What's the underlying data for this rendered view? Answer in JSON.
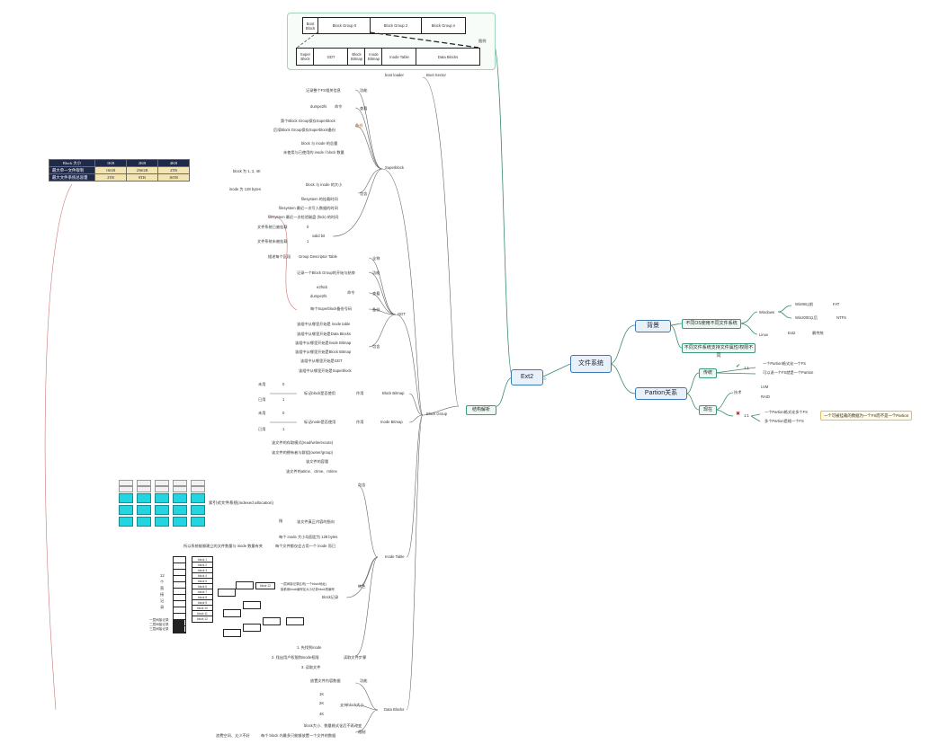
{
  "center": {
    "title": "文件系统",
    "ext2": "Ext2",
    "structure": "结构解析"
  },
  "background": {
    "label": "背景",
    "item1": "不同OS使用不同文件系统",
    "item2": "不同文件系统支持文件属性/权限不同",
    "windows": "Windows",
    "win98": "Win98以前",
    "fat": "FAT",
    "win2000": "Win2000以后",
    "ntfs": "NTFS",
    "linux": "Linux",
    "ext2": "Ext2",
    "ext2_note": "最传统"
  },
  "partition": {
    "label": "Partion关系",
    "past": "传统",
    "one_one": "1:1",
    "p1": "一个Partion格式化一个FS",
    "p2": "可以说一个FS就是一个Partion",
    "now": "现在",
    "lvm": "LVM",
    "raid": "RAID",
    "many": "1:1",
    "p3": "一个Partion格式化多个FS",
    "p4": "多个Partion是格一个FS",
    "note": "一个可被挂载的数据为一个FS而不是一个Partion",
    "tech": "技术"
  },
  "disk": {
    "diagram": "图例",
    "boot_block": "Boot Block",
    "bg0": "Block Group 0",
    "bg2": "Block Group 2",
    "bgn": "Block Group n",
    "super_block": "Super Block",
    "gdt": "GDT",
    "block_bitmap": "Block Bitmap",
    "inode_bitmap": "Inode Bitmap",
    "inode_table": "Inode Table",
    "data_blocks": "Data Blocks",
    "boot_loader": "boot loader",
    "boot_sector": "Boot Sector"
  },
  "superblock": {
    "label": "Superblock",
    "func_a": "记录整个FS相关信息",
    "func": "功能",
    "dumpe2fs": "dumpe2fs",
    "cmd": "命令",
    "view": "查看",
    "backup_a": "第个Block Group保存Superblock",
    "backup_b": "后续Block Group保存Superblock备份",
    "backup": "备份",
    "c1": "block 与 inode 的总量",
    "c2": "未使用与已使用的 inode / block 数量",
    "c3": "block 与 inode 的大小",
    "c4": "filesystem 的挂载时间",
    "c5": "filesystem 最近一次写入数据的时间",
    "c6": "filesystem 最近一次检验磁盘 (fsck) 的时间",
    "contain": "包含",
    "valid": "valid bit",
    "v0": "文件系统已被挂载",
    "v0n": "0",
    "v1": "文件系统未被挂载",
    "v1n": "1",
    "block_note": "block 为 1, 2, 4K",
    "inode_note": "inode 为 128 bytes"
  },
  "block_table": {
    "headers": [
      "Block 大小",
      "1KB",
      "2KB",
      "4KB"
    ],
    "rows": [
      [
        "最大单一文件限制",
        "16GB",
        "256GB",
        "2TB"
      ],
      [
        "最大文件系统总容量",
        "2TB",
        "8TB",
        "16TB"
      ]
    ]
  },
  "gdt": {
    "label": "GDT",
    "describe": "描述每个区段",
    "title_gdt": "Group Descriptor Table",
    "full": "全称",
    "func_a": "记录一个Block Group的开始与结束",
    "func": "功能",
    "e2fsck": "e2fsck",
    "dumpe2fs": "dumpe2fs",
    "cmd": "命令",
    "view": "查看",
    "backup_a": "每个Superblock备份号码",
    "backup": "备份",
    "c1": "该组中从哪里开始是 inode table",
    "c2": "该组中从哪里开始是Data Blocks",
    "c3": "该组中从哪里开始是inode Bitmap",
    "c4": "该组中从哪里开始是Block Bitmap",
    "c5": "该组中从哪里开始是GDT",
    "c6": "该组中从哪里开始是Superblock",
    "contain": "包含"
  },
  "block_bitmap": {
    "label": "Block Bitmap",
    "unused": "未用",
    "u0": "0",
    "used": "已用",
    "u1": "1",
    "desc": "标记block是否使用",
    "role": "作用"
  },
  "inode_bitmap": {
    "label": "Inode Bitmap",
    "unused": "未用",
    "u0": "0",
    "used": "已用",
    "u1": "1",
    "desc": "标记inode是否使用",
    "role": "作用"
  },
  "block_group": "Block Group",
  "inode_table": {
    "label": "Inode Table",
    "c1": "该文件的存取模式(read/write/excute)",
    "c2": "该文件的拥有者与群组(owner/group)",
    "c3": "该文件的容量",
    "c4": "该文件的atime、ctime、mtime",
    "contain": "包含",
    "c5": "该文件真正内容的指向",
    "pointer": "指",
    "indexed": "索引式文件系统(indexed allocation)",
    "s1": "每个 inode 大小均固定为 128 bytes",
    "s2": "每个文件都仅会占用一个 inode 而已",
    "s3": "所以系统能够建立的文件数量与 inode 数量有关",
    "feature": "特色",
    "block_record": "block记录",
    "r1": "1. 先找到inode",
    "r2": "2. 找出用户权限和inode权限",
    "r3": "3. 读取文件",
    "read": "读取文件步骤",
    "direct_labels": [
      "12",
      "个",
      "直",
      "接",
      "记",
      "录"
    ],
    "indirect1": "一层间接记录",
    "indirect2": "二层间接记录",
    "indirect3": "三层间接记录",
    "block_num": "block 12",
    "ind_note1": "一层间接记录区块(一个block地址)",
    "ind_note2": "接着用block编号区大小记录block的编号",
    "rows": [
      "block 1",
      "block 2",
      "block 3",
      "block 4",
      "block 5",
      "block 6",
      "block 7",
      "block 8",
      "block 9",
      "block 10",
      "block 11",
      "block 12"
    ]
  },
  "data_blocks": {
    "label": "Data Blocks",
    "func_a": "放置文件内容数据",
    "func": "功能",
    "s1": "1K",
    "s2": "2K",
    "s3": "4K",
    "size": "支持block大小",
    "l1": "block大小、数量格式化后不再改变",
    "l2": "每个 block 内最多只能够放置一个文件的数据",
    "limit": "限制",
    "bad": "浪费空间、太少不好"
  }
}
